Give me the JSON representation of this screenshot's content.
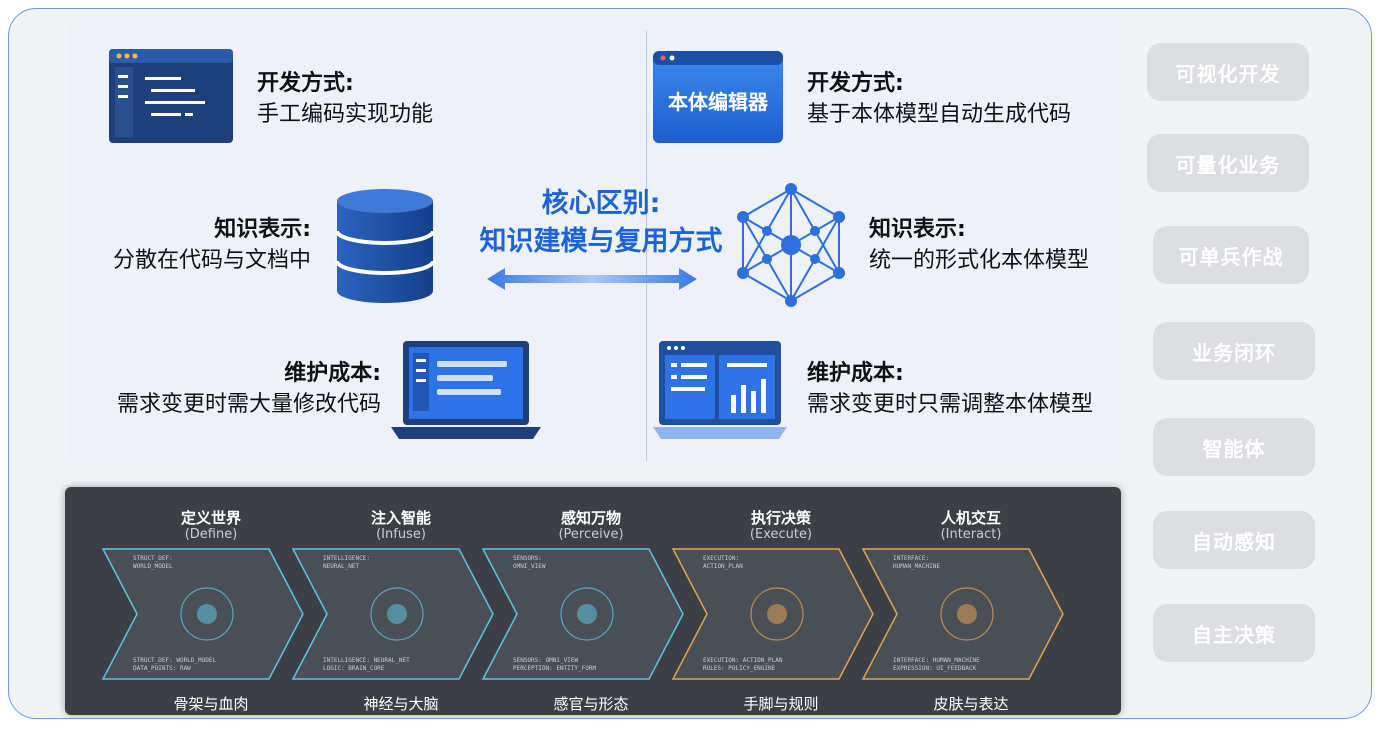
{
  "comparison": {
    "left": {
      "dev_heading": "开发方式:",
      "dev_body": "手工编码实现功能",
      "knowledge_heading": "知识表示:",
      "knowledge_body": "分散在代码与文档中",
      "maint_heading": "维护成本:",
      "maint_body": "需求变更时需大量修改代码"
    },
    "right": {
      "editor_label": "本体编辑器",
      "dev_heading": "开发方式:",
      "dev_body": "基于本体模型自动生成代码",
      "knowledge_heading": "知识表示:",
      "knowledge_body": "统一的形式化本体模型",
      "maint_heading": "维护成本:",
      "maint_body": "需求变更时只需调整本体模型"
    },
    "center_title_line1": "核心区别:",
    "center_title_line2": "知识建模与复用方式"
  },
  "side_buttons": [
    "可视化开发",
    "可量化业务",
    "可单兵作战",
    "业务闭环",
    "智能体",
    "自动感知",
    "自主决策"
  ],
  "stages": [
    {
      "title": "定义世界",
      "subtitle": "(Define)",
      "footer": "骨架与血肉",
      "code_top": "STRUCT_DEF:\nWORLD_MODEL",
      "code_bottom": "STRUCT_DEF: WORLD_MODEL\nDATA_POINTS: RAW",
      "accent": "#5fc4e0"
    },
    {
      "title": "注入智能",
      "subtitle": "(Infuse)",
      "footer": "神经与大脑",
      "code_top": "INTELLIGENCE:\nNEURAL_NET",
      "code_bottom": "INTELLIGENCE: NEURAL_NET\nLOGIC: BRAIN_CORE",
      "accent": "#5fc4e0"
    },
    {
      "title": "感知万物",
      "subtitle": "(Perceive)",
      "footer": "感官与形态",
      "code_top": "SENSORS:\nOMNI_VIEW",
      "code_bottom": "SENSORS: OMNI_VIEW\nPERCEPTION: ENTITY_FORM",
      "accent": "#5fc4e0"
    },
    {
      "title": "执行决策",
      "subtitle": "(Execute)",
      "footer": "手脚与规则",
      "code_top": "EXECUTION:\nACTION_PLAN",
      "code_bottom": "EXECUTION: ACTION_PLAN\nRULES: POLICY_ENGINE",
      "accent": "#e0a25a"
    },
    {
      "title": "人机交互",
      "subtitle": "(Interact)",
      "footer": "皮肤与表达",
      "code_top": "INTERFACE:\nHUMAN_MACHINE",
      "code_bottom": "INTERFACE: HUMAN_MACHINE\nEXPRESSION: UI_FEEDBACK",
      "accent": "#e0a25a"
    }
  ],
  "colors": {
    "accent_blue": "#1e63d6",
    "frame_border": "#6f9ad8",
    "side_button_bg": "#dcdee2",
    "strip_bg": "#3c4045"
  }
}
